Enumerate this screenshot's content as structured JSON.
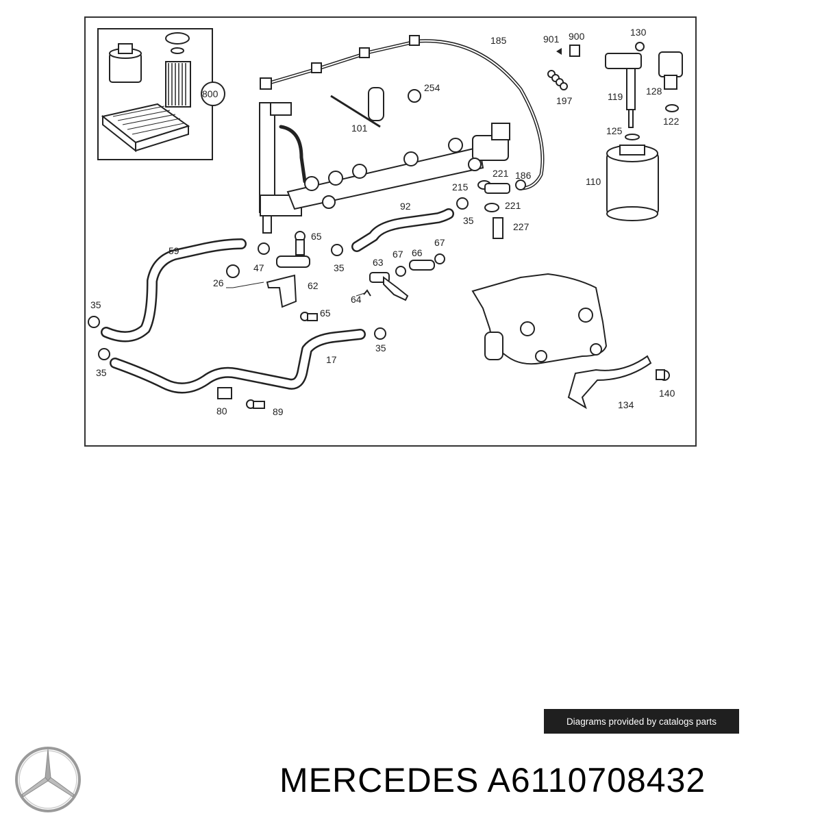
{
  "diagram": {
    "callouts": {
      "c800": "800",
      "c185": "185",
      "c901": "901",
      "c900": "900",
      "c130": "130",
      "c254": "254",
      "c197": "197",
      "c128": "128",
      "c119": "119",
      "c122": "122",
      "c101": "101",
      "c125": "125",
      "c221a": "221",
      "c186": "186",
      "c110": "110",
      "c215": "215",
      "c92": "92",
      "c221b": "221",
      "c35a": "35",
      "c227": "227",
      "c65a": "65",
      "c59": "59",
      "c47": "47",
      "c35b": "35",
      "c63": "63",
      "c67a": "67",
      "c66": "66",
      "c67b": "67",
      "c26": "26",
      "c62": "62",
      "c64": "64",
      "c35c": "35",
      "c65b": "65",
      "c35d": "35",
      "c17": "17",
      "c35e": "35",
      "c80": "80",
      "c89": "89",
      "c134": "134",
      "c140": "140"
    }
  },
  "footer": {
    "credit": "Diagrams provided by catalogs parts",
    "brand_title": "MERCEDES A6110708432",
    "logo_icon": "mercedes-star-icon"
  }
}
